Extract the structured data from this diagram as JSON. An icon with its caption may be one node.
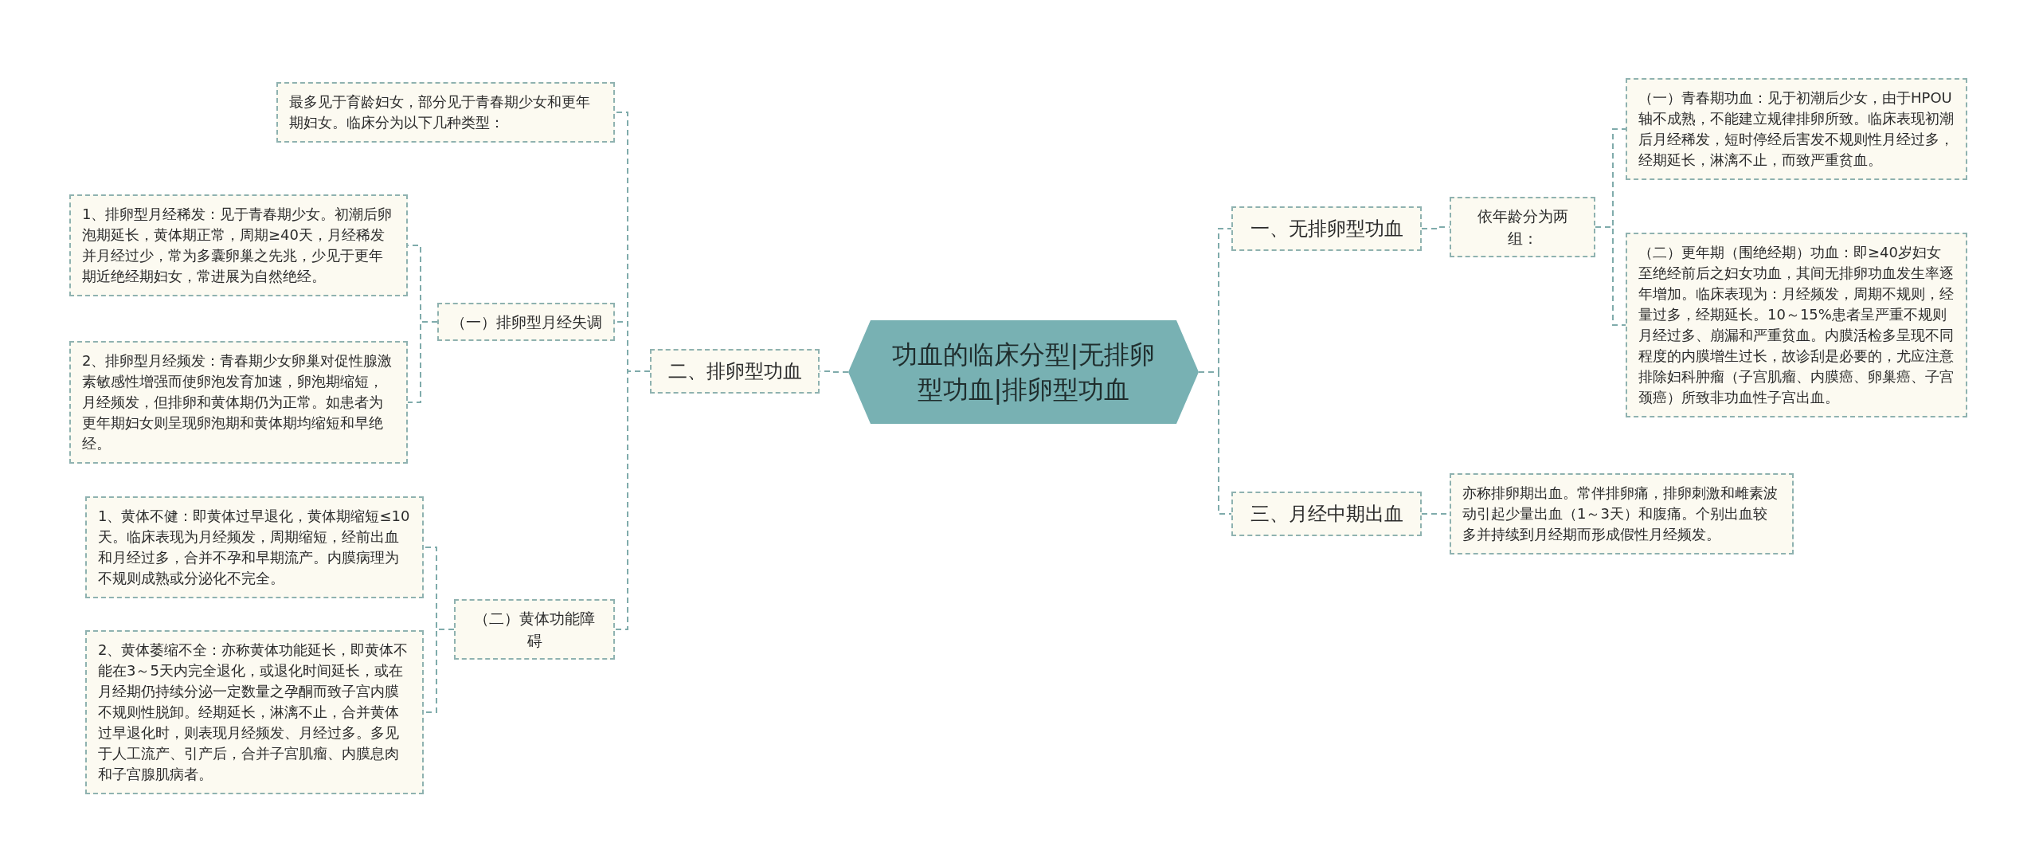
{
  "diagram": {
    "nodes": [
      {
        "text": [
          "功血的临床分型|无排卵型功血|排卵型功血"
        ]
      },
      {
        "text": [
          "一、无排卵型功血"
        ]
      },
      {
        "text": [
          "依年龄分为两组："
        ]
      },
      {
        "text": [
          "（一）青春期功血：见于初潮后少女，由于HPOU轴不成熟，不能建立规律排卵所致。临床表现初潮后月经稀发，短时停经后害发不规则性月经过多，经期延长，淋漓不止，而致严重贫血。"
        ]
      },
      {
        "text": [
          "（二）更年期（围绝经期）功血：即≥40岁妇女至绝经前后之妇女功血，其间无排卵功血发生率逐年增加。临床表现为：月经频发，周期不规则，经量过多，经期延长。10～15%患者呈严重不规则月经过多、崩漏和严重贫血。内膜活检多呈现不同程度的内膜增生过长，故诊刮是必要的，尤应注意排除妇科肿瘤（子宫肌瘤、内膜癌、卵巢癌、子宫颈癌）所致非功血性子宫出血。"
        ]
      },
      {
        "text": [
          "三、月经中期出血"
        ]
      },
      {
        "text": [
          "亦称排卵期出血。常伴排卵痛，排卵刺激和雌素波动引起少量出血（1～3天）和腹痛。个别出血较多并持续到月经期而形成假性月经频发。"
        ]
      },
      {
        "text": [
          "二、排卵型功血"
        ]
      },
      {
        "text": [
          "最多见于育龄妇女，部分见于青春期少女和更年期妇女。临床分为以下几种类型："
        ]
      },
      {
        "text": [
          "（一）排卵型月经失调"
        ]
      },
      {
        "text": [
          "1、排卵型月经稀发：见于青春期少女。初潮后卵泡期延长，黄体期正常，周期≥40天，月经稀发并月经过少，常为多囊卵巢之先兆，少见于更年期近绝经期妇女，常进展为自然绝经。"
        ]
      },
      {
        "text": [
          "2、排卵型月经频发：青春期少女卵巢对促性腺激素敏感性增强而使卵泡发育加速，卵泡期缩短，月经频发，但排卵和黄体期仍为正常。如患者为更年期妇女则呈现卵泡期和黄体期均缩短和早绝经。"
        ]
      },
      {
        "text": [
          "（二）黄体功能障碍"
        ]
      },
      {
        "text": [
          "1、黄体不健：即黄体过早退化，黄体期缩短≤10天。临床表现为月经频发，周期缩短，经前出血和月经过多，合并不孕和早期流产。内膜病理为不规则成熟或分泌化不完全。"
        ]
      },
      {
        "text": [
          "2、黄体萎缩不全：亦称黄体功能延长，即黄体不能在3～5天内完全退化，或退化时间延长，或在月经期仍持续分泌一定数量之孕酮而致子宫内膜不规则性脱卸。经期延长，淋漓不止，合并黄体过早退化时，则表现月经频发、月经过多。多见于人工流产、引产后，合并子宫肌瘤、内膜息肉和子宫腺肌病者。"
        ]
      }
    ],
    "edges": [
      {
        "from": 0,
        "to": 1,
        "arrow": "none"
      },
      {
        "from": 1,
        "to": 2,
        "arrow": "none"
      },
      {
        "from": 2,
        "to": 3,
        "arrow": "none"
      },
      {
        "from": 2,
        "to": 4,
        "arrow": "none"
      },
      {
        "from": 0,
        "to": 5,
        "arrow": "none"
      },
      {
        "from": 5,
        "to": 6,
        "arrow": "none"
      },
      {
        "from": 0,
        "to": 7,
        "arrow": "none"
      },
      {
        "from": 7,
        "to": 8,
        "arrow": "none"
      },
      {
        "from": 7,
        "to": 9,
        "arrow": "none"
      },
      {
        "from": 9,
        "to": 10,
        "arrow": "none"
      },
      {
        "from": 9,
        "to": 11,
        "arrow": "none"
      },
      {
        "from": 7,
        "to": 12,
        "arrow": "none"
      },
      {
        "from": 12,
        "to": 13,
        "arrow": "none"
      },
      {
        "from": 12,
        "to": 14,
        "arrow": "none"
      }
    ]
  }
}
